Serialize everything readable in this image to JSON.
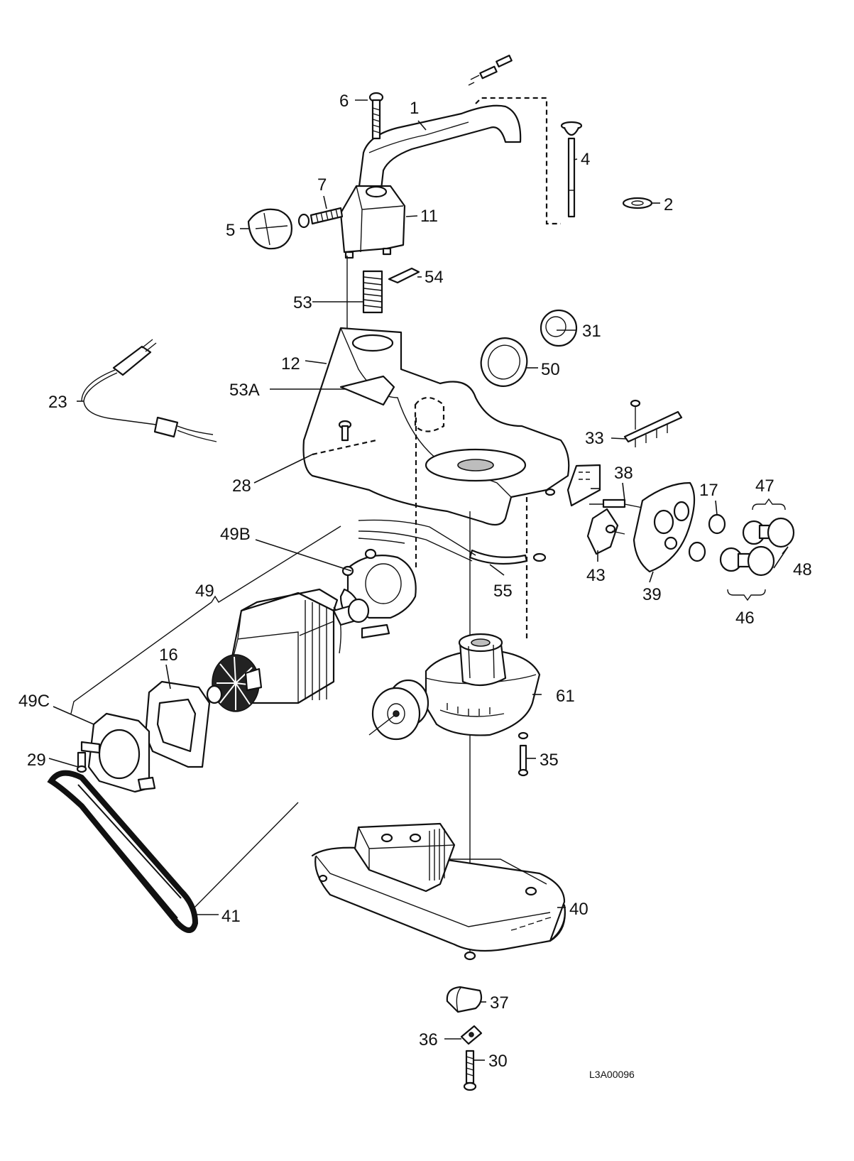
{
  "drawing_code": "L3A00096",
  "callouts": [
    "1",
    "2",
    "4",
    "5",
    "6",
    "7",
    "11",
    "12",
    "16",
    "17",
    "23",
    "28",
    "29",
    "30",
    "31",
    "33",
    "35",
    "36",
    "37",
    "38",
    "39",
    "40",
    "41",
    "43",
    "46",
    "47",
    "48",
    "49",
    "49B",
    "49C",
    "50",
    "53",
    "53A",
    "54",
    "55",
    "61"
  ]
}
